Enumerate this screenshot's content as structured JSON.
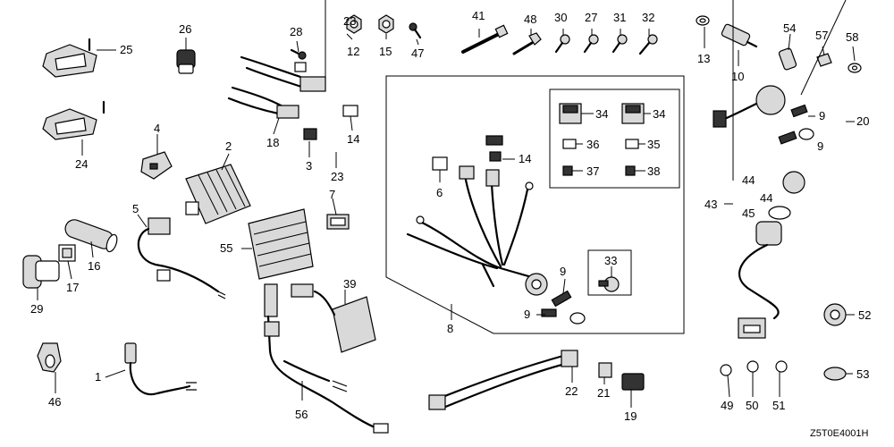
{
  "diagram_code": "Z5T0E4001H",
  "callouts": {
    "p1": "1",
    "p2": "2",
    "p3": "3",
    "p4": "4",
    "p5": "5",
    "p6": "6",
    "p7": "7",
    "p8": "8",
    "p9a": "9",
    "p9b": "9",
    "p9c": "9",
    "p9d": "9",
    "p10": "10",
    "p12": "12",
    "p13": "13",
    "p14a": "14",
    "p14b": "14",
    "p15": "15",
    "p16": "16",
    "p17": "17",
    "p18": "18",
    "p19": "19",
    "p20": "20",
    "p21": "21",
    "p22": "22",
    "p23": "23",
    "p24": "24",
    "p25": "25",
    "p26": "26",
    "p27": "27",
    "p28": "28",
    "p29": "29",
    "p30": "30",
    "p31": "31",
    "p32": "32",
    "p33": "33",
    "p34a": "34",
    "p34b": "34",
    "p35": "35",
    "p36": "36",
    "p37": "37",
    "p38": "38",
    "p39": "39",
    "p41": "41",
    "p43": "43",
    "p44a": "44",
    "p44b": "44",
    "p45": "45",
    "p46": "46",
    "p47": "47",
    "p48": "48",
    "p49": "49",
    "p50": "50",
    "p51": "51",
    "p52": "52",
    "p53": "53",
    "p54": "54",
    "p55": "55",
    "p56": "56",
    "p57": "57",
    "p58": "58"
  }
}
